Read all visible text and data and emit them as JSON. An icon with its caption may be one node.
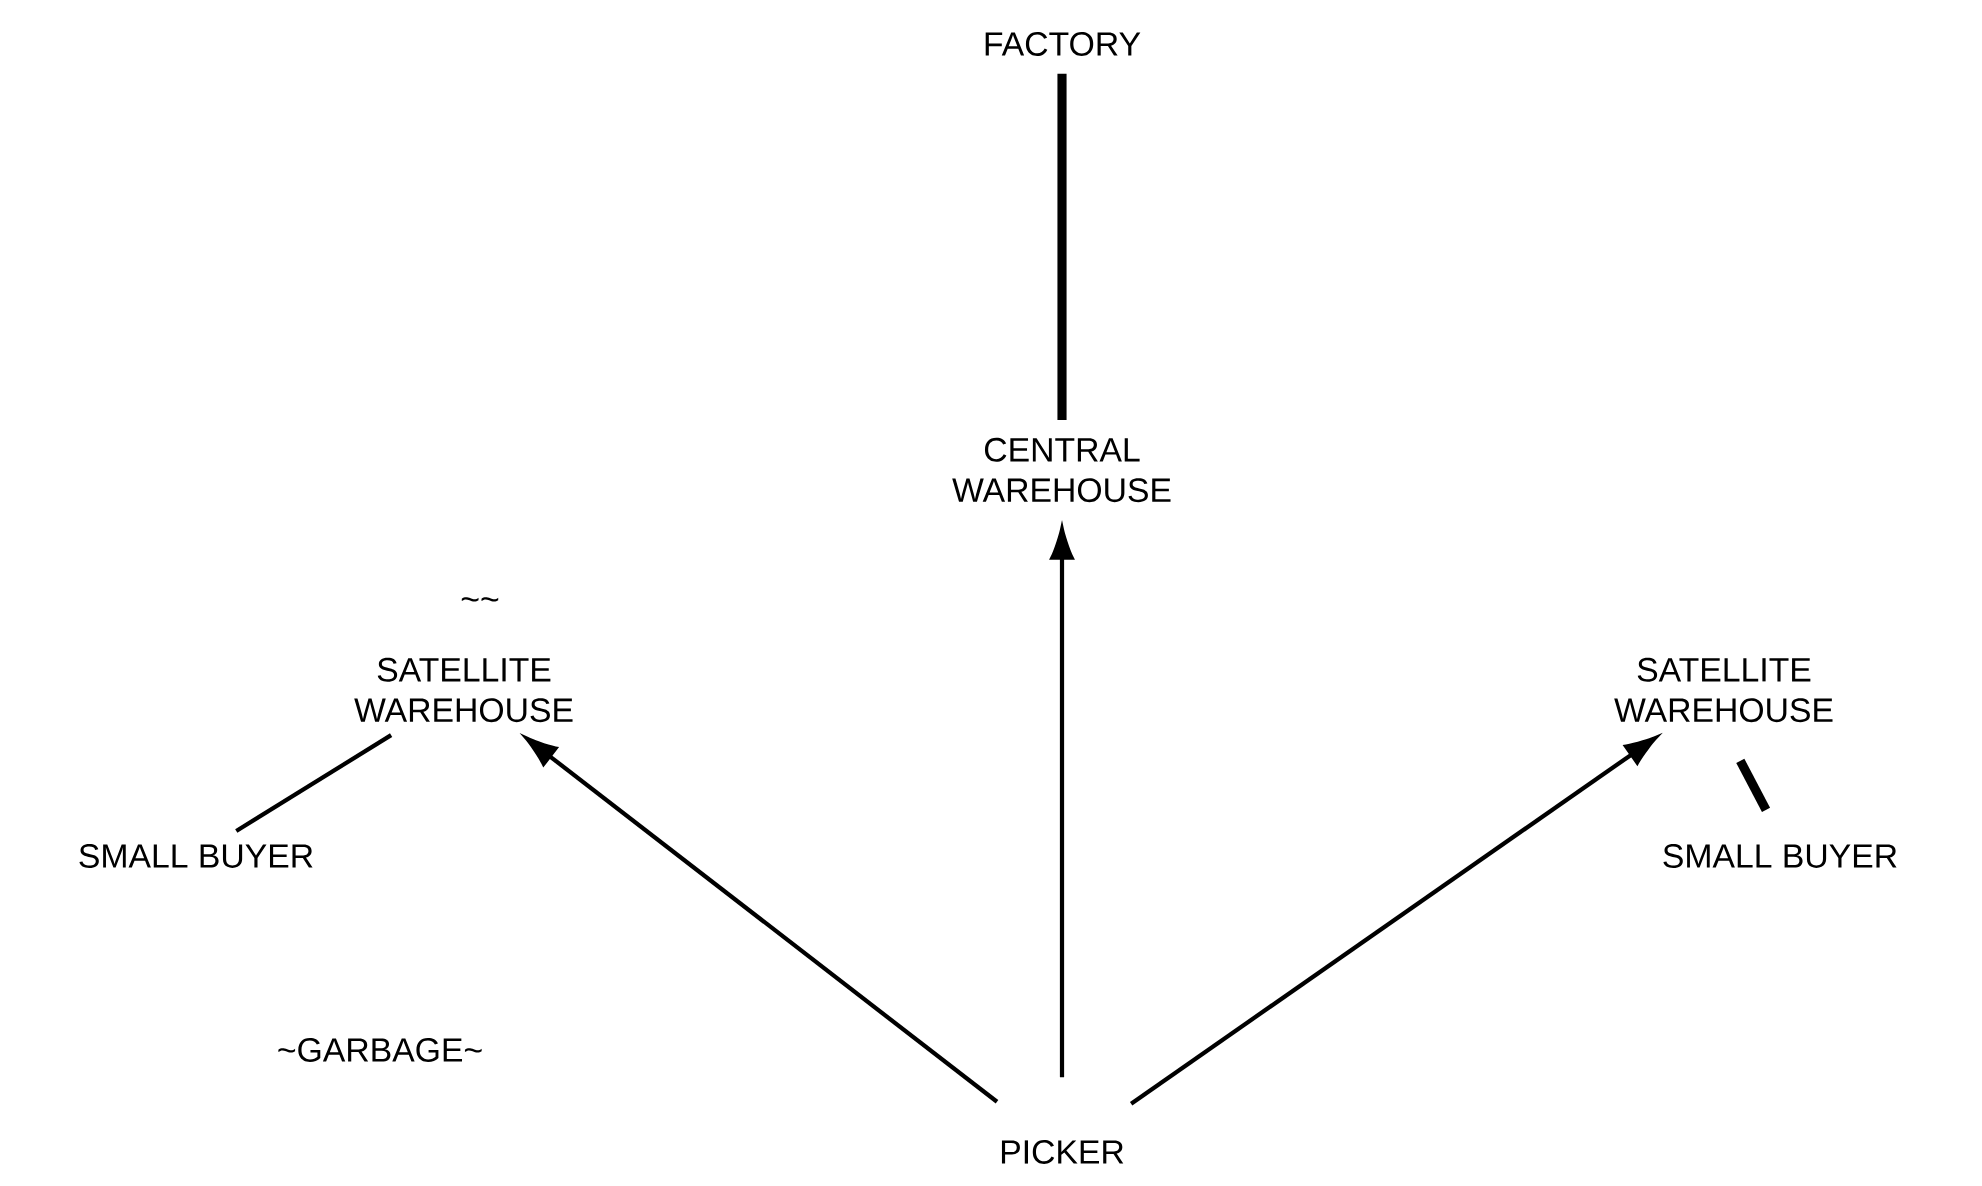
{
  "diagram": {
    "nodes": [
      {
        "text": [
          "FACTORY"
        ]
      },
      {
        "text": [
          "CENTRAL WAREHOUSE"
        ]
      },
      {
        "text": [
          "SATELLITE WAREHOUSE"
        ]
      },
      {
        "text": [
          "SATELLITE WAREHOUSE"
        ]
      },
      {
        "text": [
          "SMALL BUYER"
        ]
      },
      {
        "text": [
          "SMALL BUYER"
        ]
      },
      {
        "text": [
          "PICKER"
        ]
      }
    ],
    "edges": [
      {
        "from": 6,
        "to": 1,
        "arrow": "to"
      },
      {
        "from": 6,
        "to": 2,
        "arrow": "to"
      },
      {
        "from": 6,
        "to": 3,
        "arrow": "to"
      },
      {
        "from": 0,
        "to": 1,
        "arrow": "none",
        "style": "thick"
      },
      {
        "from": 2,
        "to": 4,
        "arrow": "none"
      },
      {
        "from": 3,
        "to": 5,
        "arrow": "none",
        "style": "thick"
      }
    ],
    "labels": [
      "~~",
      "~GARBAGE~"
    ]
  }
}
